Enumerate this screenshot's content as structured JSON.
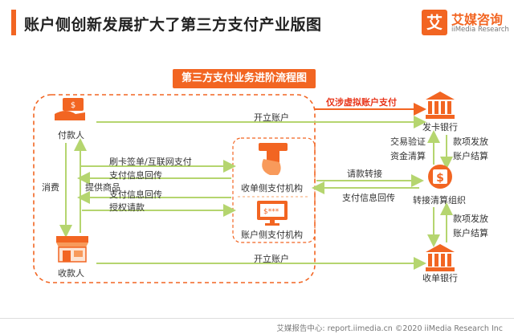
{
  "header": {
    "title": "账户侧创新发展扩大了第三方支付产业版图"
  },
  "logo": {
    "glyph": "艾",
    "cn": "艾媒咨询",
    "en": "iiMedia Research"
  },
  "banner": "第三方支付业务进阶流程图",
  "nodes": {
    "payer": "付款人",
    "payee": "收款人",
    "acquirer_side": "收单侧支付机构",
    "account_side": "账户侧支付机构",
    "issuer_bank": "发卡银行",
    "clearing": "转接清算组织",
    "acquiring_bank": "收单银行"
  },
  "edges": {
    "open_account_top": "开立账户",
    "virtual_account": "仅涉虚拟账户支付",
    "card_swipe": "刷卡签单/互联网支付",
    "pay_info_return_1": "支付信息回传",
    "pay_info_return_2": "支付信息回传",
    "auth_request": "授权请款",
    "consume": "消费",
    "provide_goods": "提供商品",
    "request_transfer": "请款转接",
    "pay_info_return_3": "支付信息回传",
    "txn_verify": "交易验证",
    "fund_clearing": "资金清算",
    "funds_issue_1": "款项发放",
    "account_settle_1": "账户结算",
    "funds_issue_2": "款项发放",
    "account_settle_2": "账户结算",
    "open_account_bottom": "开立账户"
  },
  "footer": "艾媒报告中心: report.iimedia.cn ©2020 iiMedia Research Inc",
  "colors": {
    "accent": "#f26522",
    "highlight_red": "#e8361b",
    "arrow_green": "#b5d56f",
    "dashed_box": "#f26522"
  }
}
